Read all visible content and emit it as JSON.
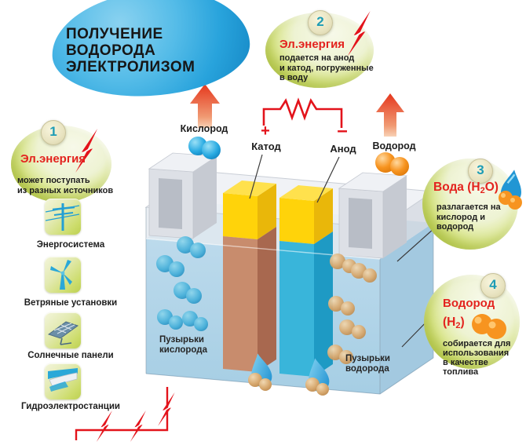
{
  "title": {
    "line1": "ПОЛУЧЕНИЕ",
    "line2": "ВОДОРОДА",
    "line3": "ЭЛЕКТРОЛИЗОМ"
  },
  "steps": [
    {
      "number": "1",
      "heading": "Эл.энергия",
      "icon": "lightning-bolt-icon",
      "body": "может поступать\nиз разных источников"
    },
    {
      "number": "2",
      "heading": "Эл.энергия",
      "icon": "lightning-bolt-icon",
      "body": "подается на анод\nи катод, погруженные\nв воду"
    },
    {
      "number": "3",
      "heading_prefix": "Вода (H",
      "heading_sub": "2",
      "heading_suffix": "O)",
      "icon": "water-drop-icon",
      "body": "разлагается на\nкислород и\nводород"
    },
    {
      "number": "4",
      "heading": "Водород",
      "formula_prefix": "(H",
      "formula_sub": "2",
      "formula_suffix": ")",
      "icon": "hydrogen-molecule-icon",
      "body": "собирается для\nиспользования\nв качестве\nтоплива"
    }
  ],
  "sources": [
    {
      "label": "Энергосистема",
      "icon": "power-grid-icon"
    },
    {
      "label": "Ветряные установки",
      "icon": "wind-turbine-icon"
    },
    {
      "label": "Солнечные панели",
      "icon": "solar-panel-icon"
    },
    {
      "label": "Гидроэлектростанции",
      "icon": "hydro-plant-icon"
    }
  ],
  "diagram": {
    "oxygen_label": "Кислород",
    "hydrogen_label": "Водород",
    "cathode_label": "Катод",
    "anode_label": "Анод",
    "plus": "+",
    "minus": "–",
    "oxygen_bubbles_label": "Пузырьки\nкислорода",
    "hydrogen_bubbles_label": "Пузырьки\nводорода"
  },
  "colors": {
    "accent_red": "#e3231e",
    "blob_blue": "#29abe2",
    "bubble_green": "#c3d554",
    "electrode_yellow": "#ffd30a",
    "cathode_copper": "#c88c6d",
    "anode_cyan": "#39b5da",
    "oxygen_blue": "#2aabe2",
    "hydrogen_orange": "#f79420",
    "number_teal": "#1e9cb5"
  }
}
